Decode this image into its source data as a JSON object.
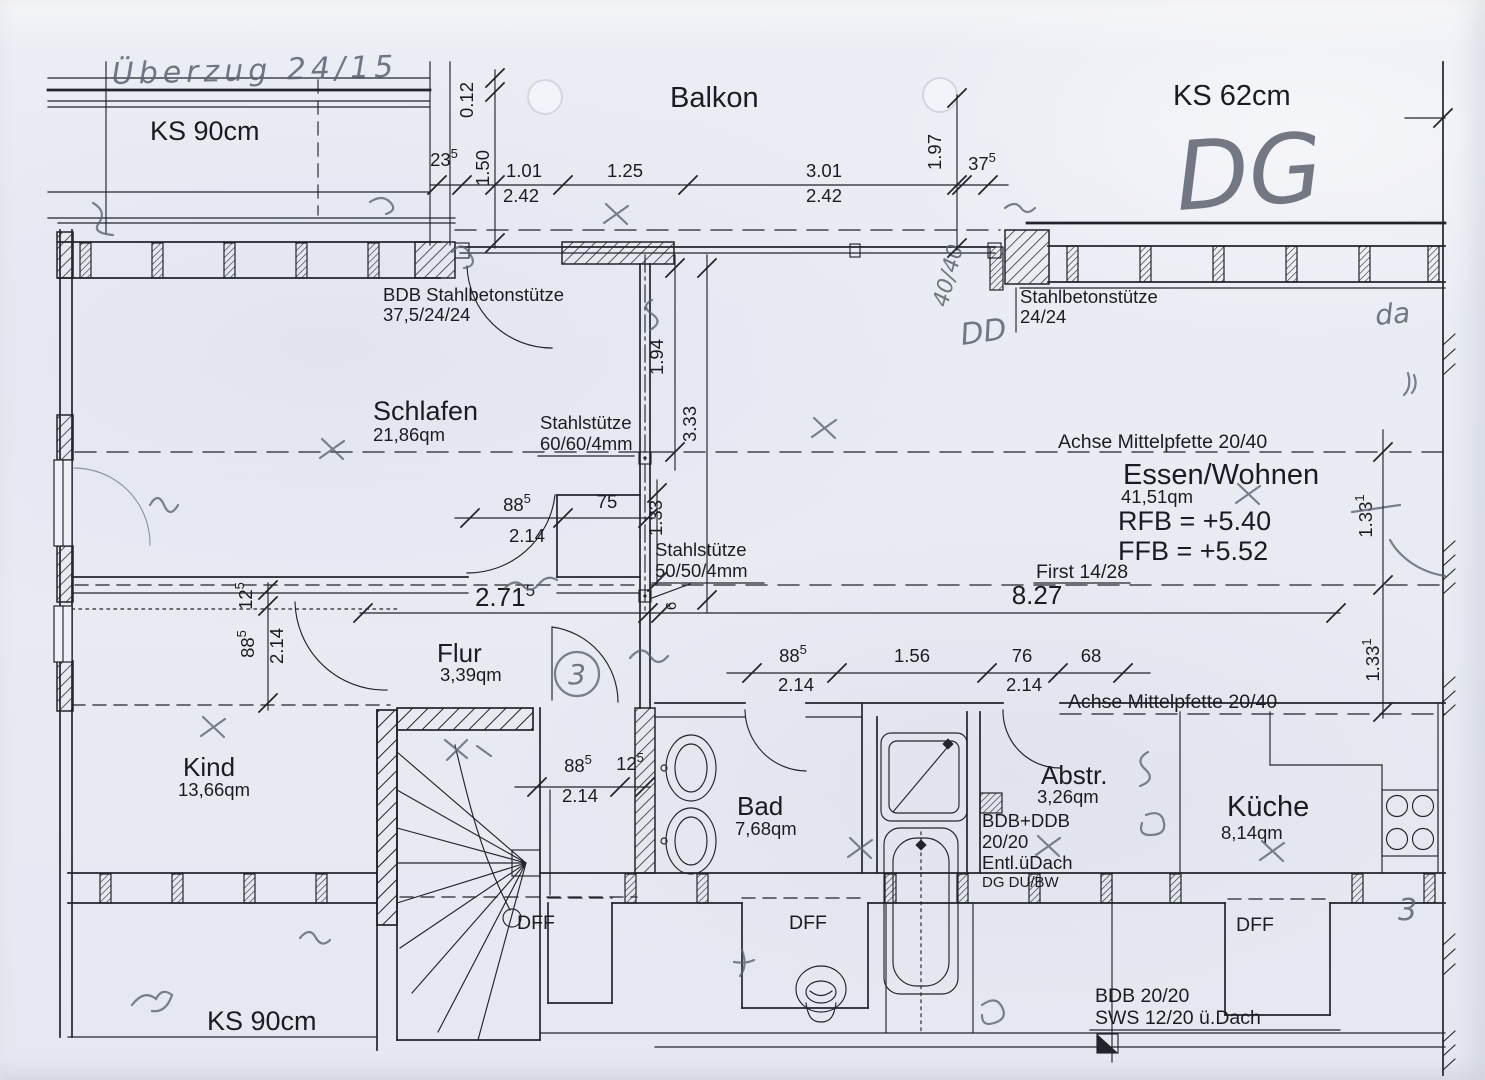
{
  "plan": {
    "rooms": {
      "balkon": {
        "name": "Balkon"
      },
      "schlafen": {
        "name": "Schlafen",
        "area": "21,86qm"
      },
      "essen_wohnen": {
        "name": "Essen/Wohnen",
        "area": "41,51qm"
      },
      "flur": {
        "name": "Flur",
        "area": "3,39qm"
      },
      "kind": {
        "name": "Kind",
        "area": "13,66qm"
      },
      "bad": {
        "name": "Bad",
        "area": "7,68qm"
      },
      "abstr": {
        "name": "Abstr.",
        "area": "3,26qm"
      },
      "kueche": {
        "name": "Küche",
        "area": "8,14qm"
      }
    },
    "levels": {
      "rfb": "RFB = +5.40",
      "ffb": "FFB = +5.52"
    },
    "knee_walls": {
      "top_left": "KS 90cm",
      "top_right": "KS 62cm",
      "bottom_left": "KS 90cm"
    },
    "roof_windows": {
      "label1": "DFF",
      "label2": "DFF",
      "label3": "DFF"
    },
    "structure": {
      "bdb_col_line1": "BDB Stahlbetonstütze",
      "bdb_col_line2": "37,5/24/24",
      "beton_col_line1": "Stahlbetonstütze",
      "beton_col_line2": "24/24",
      "steel1_line1": "Stahlstütze",
      "steel1_line2": "60/60/4mm",
      "steel2_line1": "Stahlstütze",
      "steel2_line2": "50/50/4mm",
      "achse_mid_1": "Achse Mittelpfette 20/40",
      "achse_mid_2": "Achse Mittelpfette 20/40",
      "first": "First 14/28",
      "bdb_note_line1": "BDB 20/20",
      "bdb_note_line2": "SWS 12/20 ü.Dach",
      "vent_line1": "BDB+DDB",
      "vent_line2": "20/20",
      "vent_line3": "Entl.üDach",
      "vent_line4": "DG DU/BW"
    },
    "dims": {
      "d012": "0.12",
      "d150": "1.50",
      "d235": {
        "v": "23",
        "s": "5"
      },
      "d101": "1.01",
      "d242a": "2.42",
      "d125": "1.25",
      "d301": "3.01",
      "d242b": "2.42",
      "d197": "1.97",
      "d375": {
        "v": "37",
        "s": "5"
      },
      "d194": "1.94",
      "d333": "3.33",
      "schlafen_door_w": {
        "v": "88",
        "s": "5"
      },
      "schlafen_door_m": "2.14",
      "d75": "75",
      "d133": "1.33",
      "d2715": {
        "v": "2.71",
        "s": "5"
      },
      "d827": "8.27",
      "d6": "6",
      "flur_d125": {
        "v": "12",
        "s": "5"
      },
      "flur_d885": {
        "v": "88",
        "s": "5"
      },
      "flur_d214": "2.14",
      "bad_door_w": {
        "v": "88",
        "s": "5"
      },
      "bad_door_m": "2.14",
      "bad_d125": {
        "v": "12",
        "s": "5"
      },
      "row_d885": {
        "v": "88",
        "s": "5"
      },
      "row_d214a": "2.14",
      "d156": "1.56",
      "d76": "76",
      "row_d214b": "2.14",
      "d68": "68",
      "right_d1331a": {
        "v": "1.33",
        "s": "1"
      },
      "right_d1331b": {
        "v": "1.33",
        "s": "1"
      }
    },
    "handwritten": {
      "note_top_left": "Überzug 24/15",
      "floor_code": "DG",
      "col_note": "40/40",
      "dd_note": "DD",
      "da_note": "da",
      "circled_number": "3",
      "number_note": "3"
    }
  }
}
